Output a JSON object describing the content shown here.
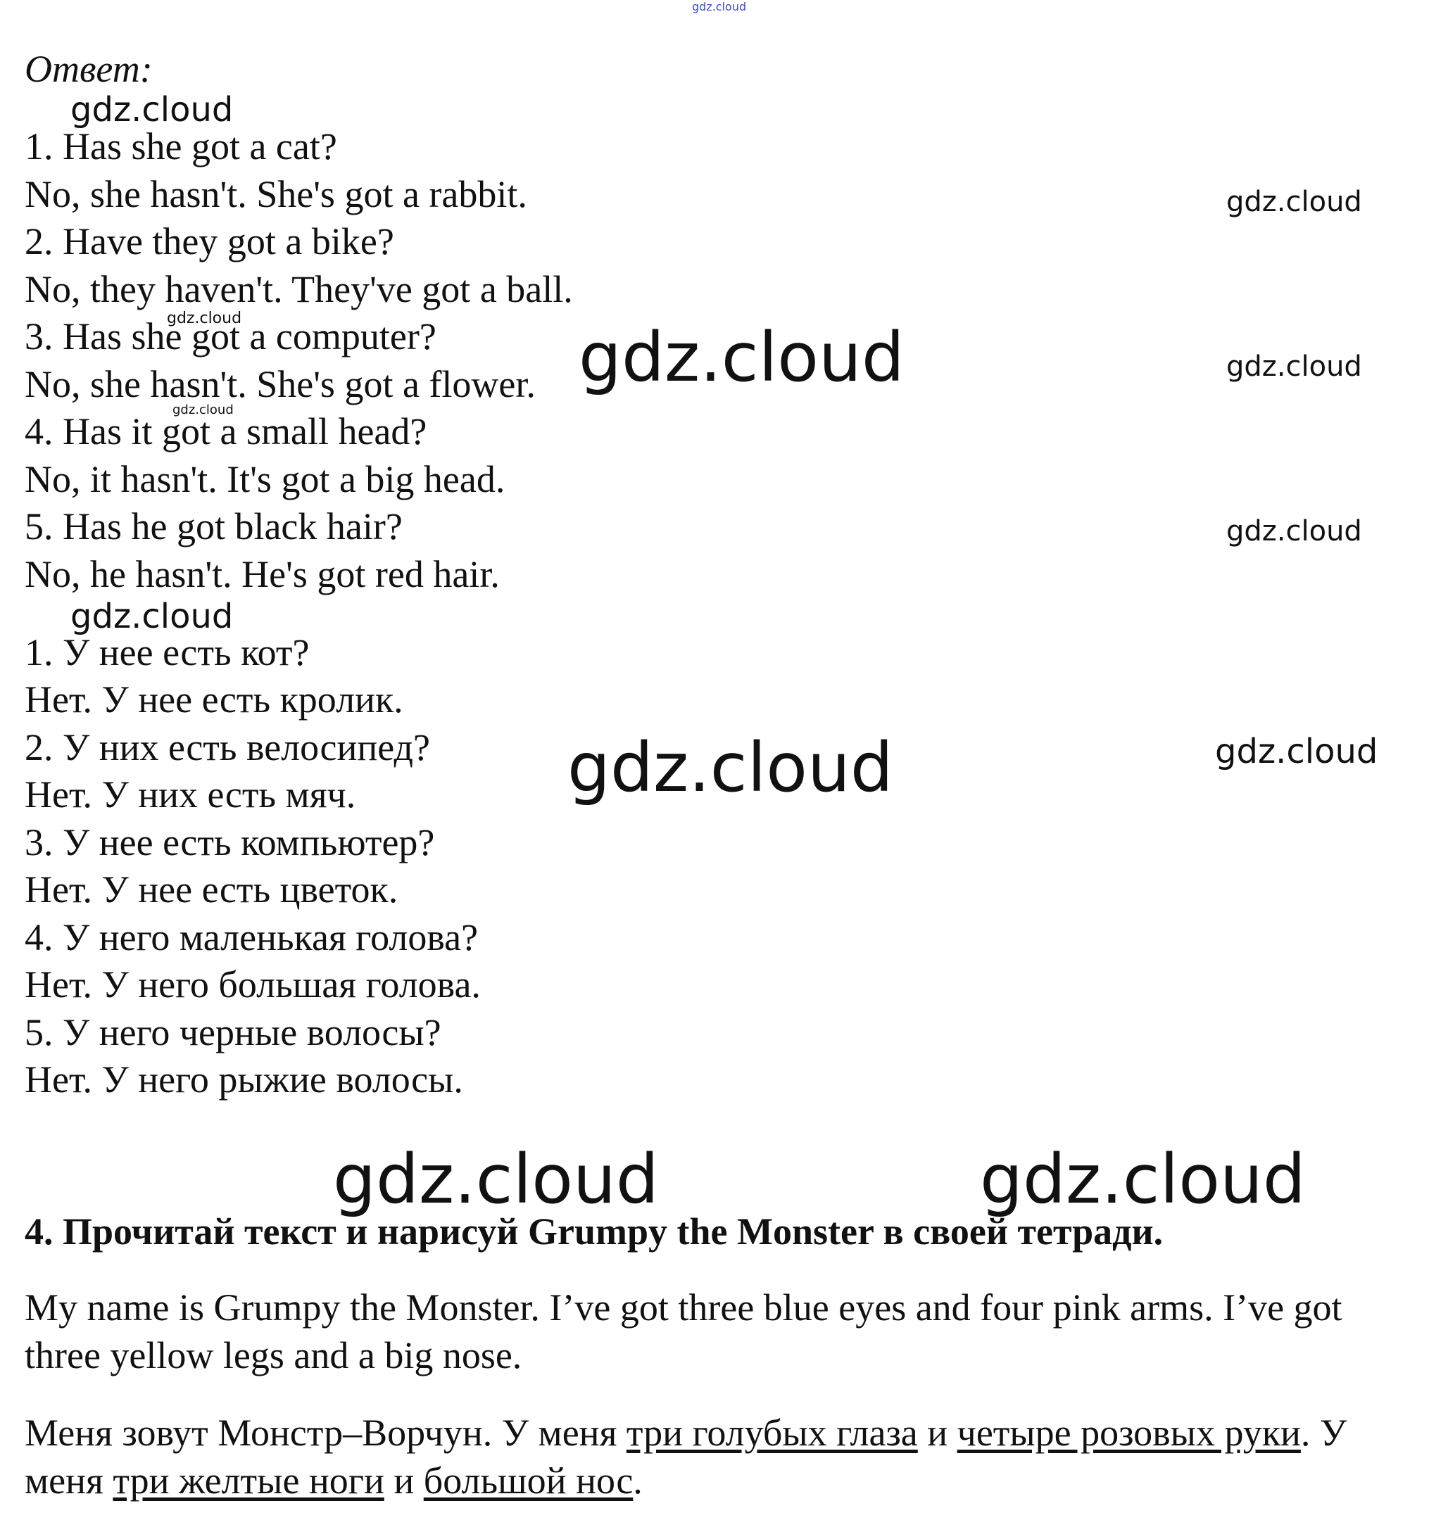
{
  "watermark": "gdz.cloud",
  "answer_label": "Ответ:",
  "english_lines": [
    "1. Has she got a cat?",
    "No, she hasn't. She's got a rabbit.",
    "2. Have they got a bike?",
    "No, they haven't. They've got a ball.",
    "3. Has she got a computer?",
    "No, she hasn't. She's got a flower.",
    "4. Has it got a small head?",
    "No, it hasn't. It's got a big head.",
    "5. Has he got black hair?",
    "No, he hasn't. He's got red hair."
  ],
  "russian_lines": [
    "1. У нее есть кот?",
    "Нет. У нее есть кролик.",
    "2. У них есть велосипед?",
    "Нет. У них есть мяч.",
    "3. У нее есть компьютер?",
    "Нет. У нее есть цветок.",
    "4. У него маленькая голова?",
    "Нет. У него большая голова.",
    "5. У него черные волосы?",
    "Нет. У него рыжие волосы."
  ],
  "task": {
    "title": "4. Прочитай текст и нарисуй Grumpy the Monster в своей тетради.",
    "english_text": "My name is Grumpy the Monster. I’ve got three blue eyes and four pink arms. I’ve got three yellow legs and a big nose.",
    "russian_text": {
      "p1": "Меня зовут Монстр–Ворчун. У меня ",
      "u1": "три голубых глаза",
      "p2": " и ",
      "u2": "четыре розовых руки",
      "p3": ". У меня ",
      "u3": "три желтые ноги",
      "p4": " и ",
      "u4": "большой нос",
      "p5": "."
    }
  }
}
